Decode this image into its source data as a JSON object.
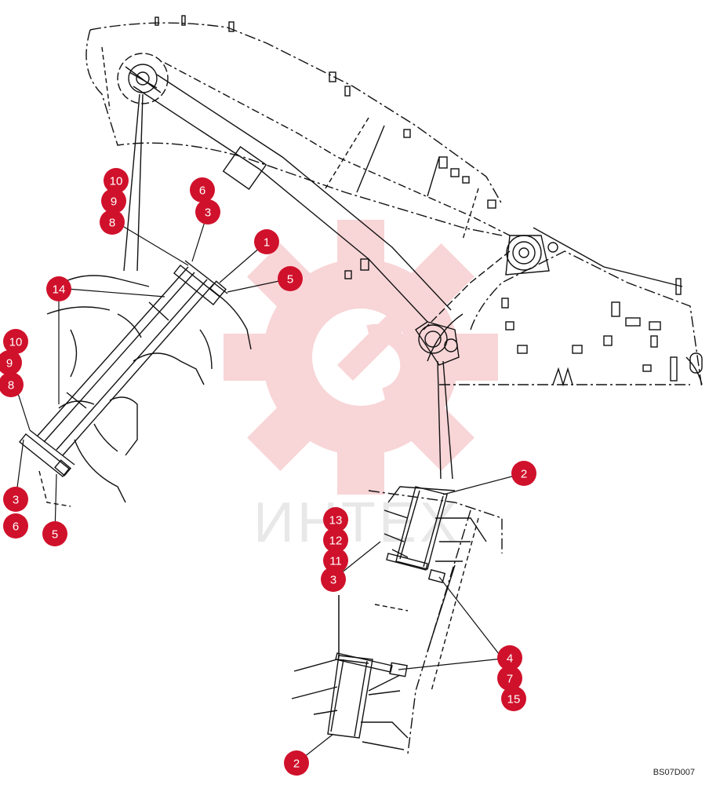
{
  "diagram": {
    "reference_code": "BS07D007",
    "watermark_text": "ИНТЕХ",
    "accent_color": "#d0112b",
    "watermark_color": "#f4b3b8"
  },
  "callouts": [
    {
      "id": "c10a",
      "label": "10"
    },
    {
      "id": "c9a",
      "label": "9"
    },
    {
      "id": "c8a",
      "label": "8"
    },
    {
      "id": "c6a",
      "label": "6"
    },
    {
      "id": "c3a",
      "label": "3"
    },
    {
      "id": "c1",
      "label": "1"
    },
    {
      "id": "c5a",
      "label": "5"
    },
    {
      "id": "c14",
      "label": "14"
    },
    {
      "id": "c10b",
      "label": "10"
    },
    {
      "id": "c9b",
      "label": "9"
    },
    {
      "id": "c8b",
      "label": "8"
    },
    {
      "id": "c3b",
      "label": "3"
    },
    {
      "id": "c6b",
      "label": "6"
    },
    {
      "id": "c5b",
      "label": "5"
    },
    {
      "id": "c2a",
      "label": "2"
    },
    {
      "id": "c13",
      "label": "13"
    },
    {
      "id": "c12",
      "label": "12"
    },
    {
      "id": "c11",
      "label": "11"
    },
    {
      "id": "c3c",
      "label": "3"
    },
    {
      "id": "c4",
      "label": "4"
    },
    {
      "id": "c7",
      "label": "7"
    },
    {
      "id": "c15",
      "label": "15"
    },
    {
      "id": "c2b",
      "label": "2"
    }
  ]
}
